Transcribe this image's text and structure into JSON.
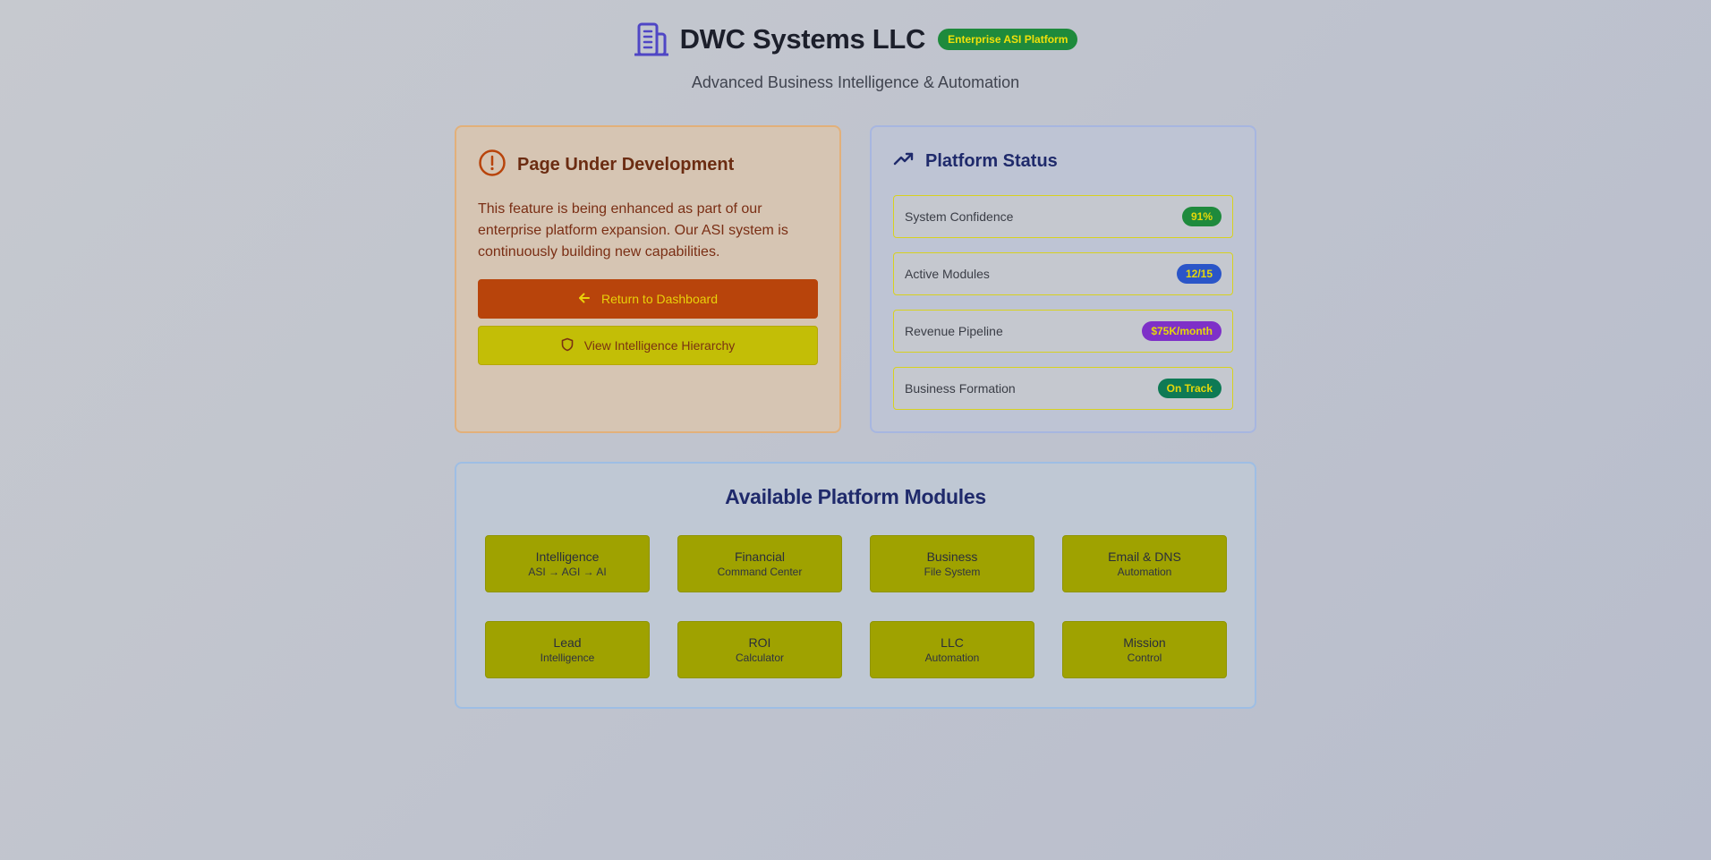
{
  "header": {
    "title": "DWC Systems LLC",
    "badge": "Enterprise ASI Platform",
    "subtitle": "Advanced Business Intelligence & Automation",
    "logo_icon": "building-icon",
    "brand_color": "#4f46c5"
  },
  "dev_notice": {
    "icon": "alert-circle-icon",
    "title": "Page Under Development",
    "text": "This feature is being enhanced as part of our enterprise platform expansion. Our ASI system is continuously building new capabilities.",
    "primary_button": {
      "label": "Return to Dashboard",
      "icon": "arrow-left-icon"
    },
    "secondary_button": {
      "label": "View Intelligence Hierarchy",
      "icon": "shield-icon"
    }
  },
  "status": {
    "icon": "trending-up-icon",
    "title": "Platform Status",
    "rows": [
      {
        "label": "System Confidence",
        "value": "91%",
        "color": "#1e8a3c"
      },
      {
        "label": "Active Modules",
        "value": "12/15",
        "color": "#2a55c8"
      },
      {
        "label": "Revenue Pipeline",
        "value": "$75K/month",
        "color": "#7e30c8"
      },
      {
        "label": "Business Formation",
        "value": "On Track",
        "color": "#0e7a55"
      }
    ]
  },
  "modules": {
    "title": "Available Platform Modules",
    "items": [
      {
        "name": "Intelligence",
        "sub": "ASI → AGI → AI"
      },
      {
        "name": "Financial",
        "sub": "Command Center"
      },
      {
        "name": "Business",
        "sub": "File System"
      },
      {
        "name": "Email & DNS",
        "sub": "Automation"
      },
      {
        "name": "Lead",
        "sub": "Intelligence"
      },
      {
        "name": "ROI",
        "sub": "Calculator"
      },
      {
        "name": "LLC",
        "sub": "Automation"
      },
      {
        "name": "Mission",
        "sub": "Control"
      }
    ]
  }
}
